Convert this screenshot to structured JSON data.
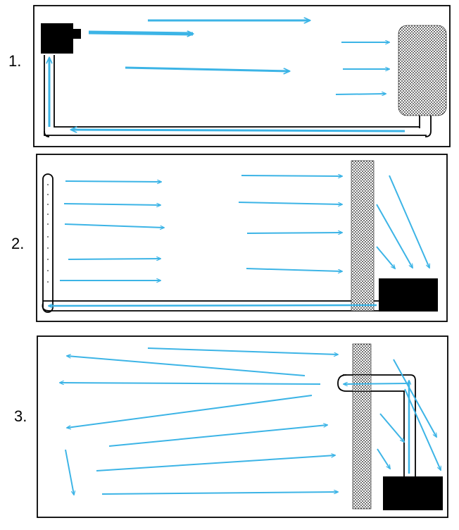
{
  "colors": {
    "arrow": "#3cb4e6",
    "frame": "#000000",
    "filter_fill": "#ffffff",
    "filter_dots": "#111111",
    "unit": "#000000"
  },
  "panels": [
    {
      "id": "panel-1",
      "label": "1.",
      "layout": "room-ceiling-return",
      "components": [
        "air-handler-unit",
        "filter-cylinder",
        "return-duct",
        "supply-duct"
      ]
    },
    {
      "id": "panel-2",
      "label": "2.",
      "layout": "vertical-diffuser-wall-filter",
      "components": [
        "perforated-duct",
        "filter-wall",
        "air-handler-unit",
        "return-duct"
      ]
    },
    {
      "id": "panel-3",
      "label": "3.",
      "layout": "filter-wall-recirculation",
      "components": [
        "filter-wall",
        "air-handler-unit",
        "supply-duct"
      ]
    }
  ]
}
